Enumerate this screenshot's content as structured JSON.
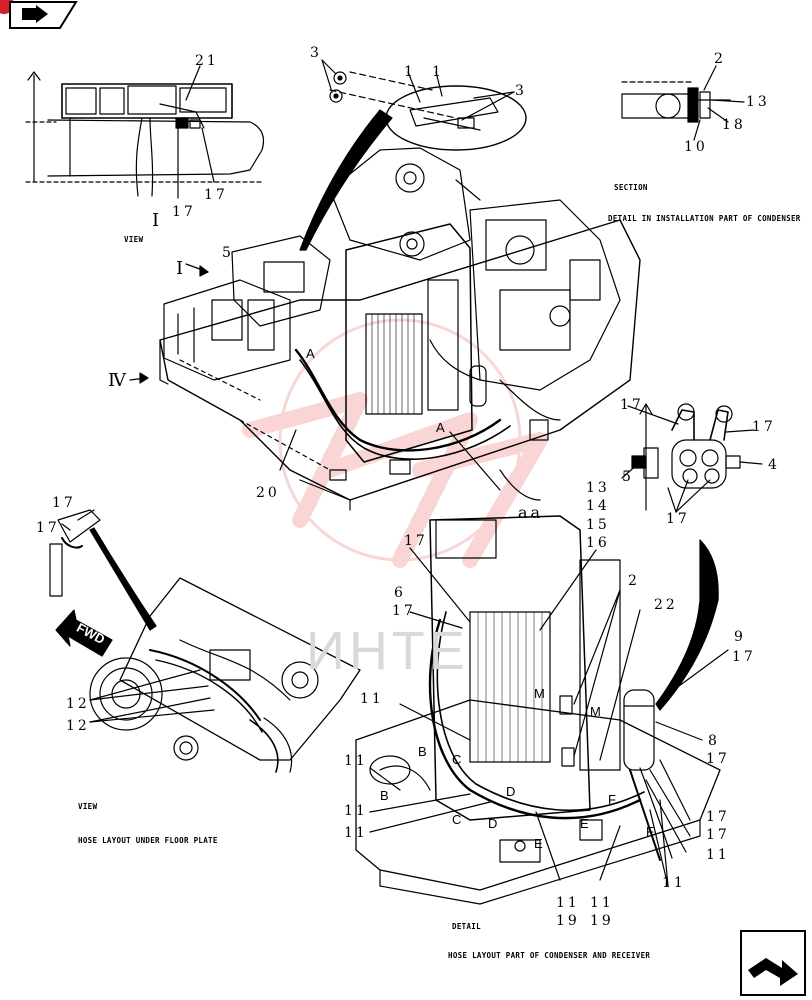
{
  "toolbar": {
    "back_icon": "back-arrow-icon"
  },
  "corner_nav": {
    "icon": "next-page-arrow-icon"
  },
  "captions": {
    "view1": "VIEW",
    "section": "SECTION",
    "detail_condenser": "DETAIL IN INSTALLATION PART OF CONDENSER",
    "view2": "VIEW",
    "hose_floor": "HOSE LAYOUT UNDER FLOOR PLATE",
    "detail": "DETAIL",
    "hose_condenser": "HOSE LAYOUT PART OF CONDENSER AND RECEIVER"
  },
  "view_markers": {
    "i_view": "I",
    "i_arrow": "I",
    "iv_arrow": "Ⅳ"
  },
  "callouts": [
    "21",
    "17",
    "17",
    "1",
    "1",
    "3",
    "3",
    "2",
    "13",
    "18",
    "10",
    "5",
    "20",
    "aa",
    "17",
    "17",
    "4",
    "5",
    "13",
    "14",
    "15",
    "16",
    "17",
    "17",
    "6",
    "17",
    "2",
    "22",
    "9",
    "17",
    "8",
    "17",
    "17",
    "17",
    "11",
    "11",
    "11",
    "11",
    "11",
    "11",
    "19",
    "11",
    "19",
    "12",
    "12",
    "17",
    "17",
    "11"
  ],
  "letters": [
    "A",
    "A",
    "B",
    "B",
    "C",
    "C",
    "D",
    "D",
    "E",
    "E",
    "F",
    "F",
    "M",
    "M"
  ],
  "watermark": "ИНТЕ",
  "fwd_label": "FWD"
}
